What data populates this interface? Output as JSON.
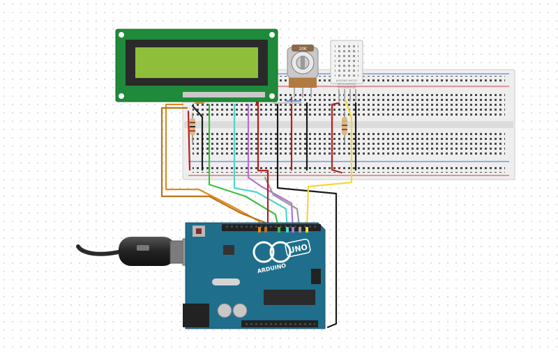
{
  "components": {
    "lcd": {
      "kind": "16x2 character LCD",
      "screen_color": "#8fbf3a",
      "pcb_color": "#1f8a3a"
    },
    "potentiometer": {
      "label": "10K"
    },
    "sensor": {
      "label_lines": [
        "AOSONG DHT22",
        "SHT15/SHT40",
        "SHT3X/SHT4X"
      ]
    },
    "arduino": {
      "logo_text": "ARDUINO",
      "model": "UNO",
      "board_color": "#1f6e8c"
    },
    "resistor_color": "#d7b98e"
  },
  "wire_colors": {
    "orange": "#e08a1e",
    "brown": "#b8741a",
    "green": "#3fbf3f",
    "cyan": "#4fd6c8",
    "purple": "#b46fd0",
    "red": "#b81d1d",
    "black": "#1a1a1a",
    "gray": "#9a9a9a",
    "yellow": "#f2d838"
  }
}
